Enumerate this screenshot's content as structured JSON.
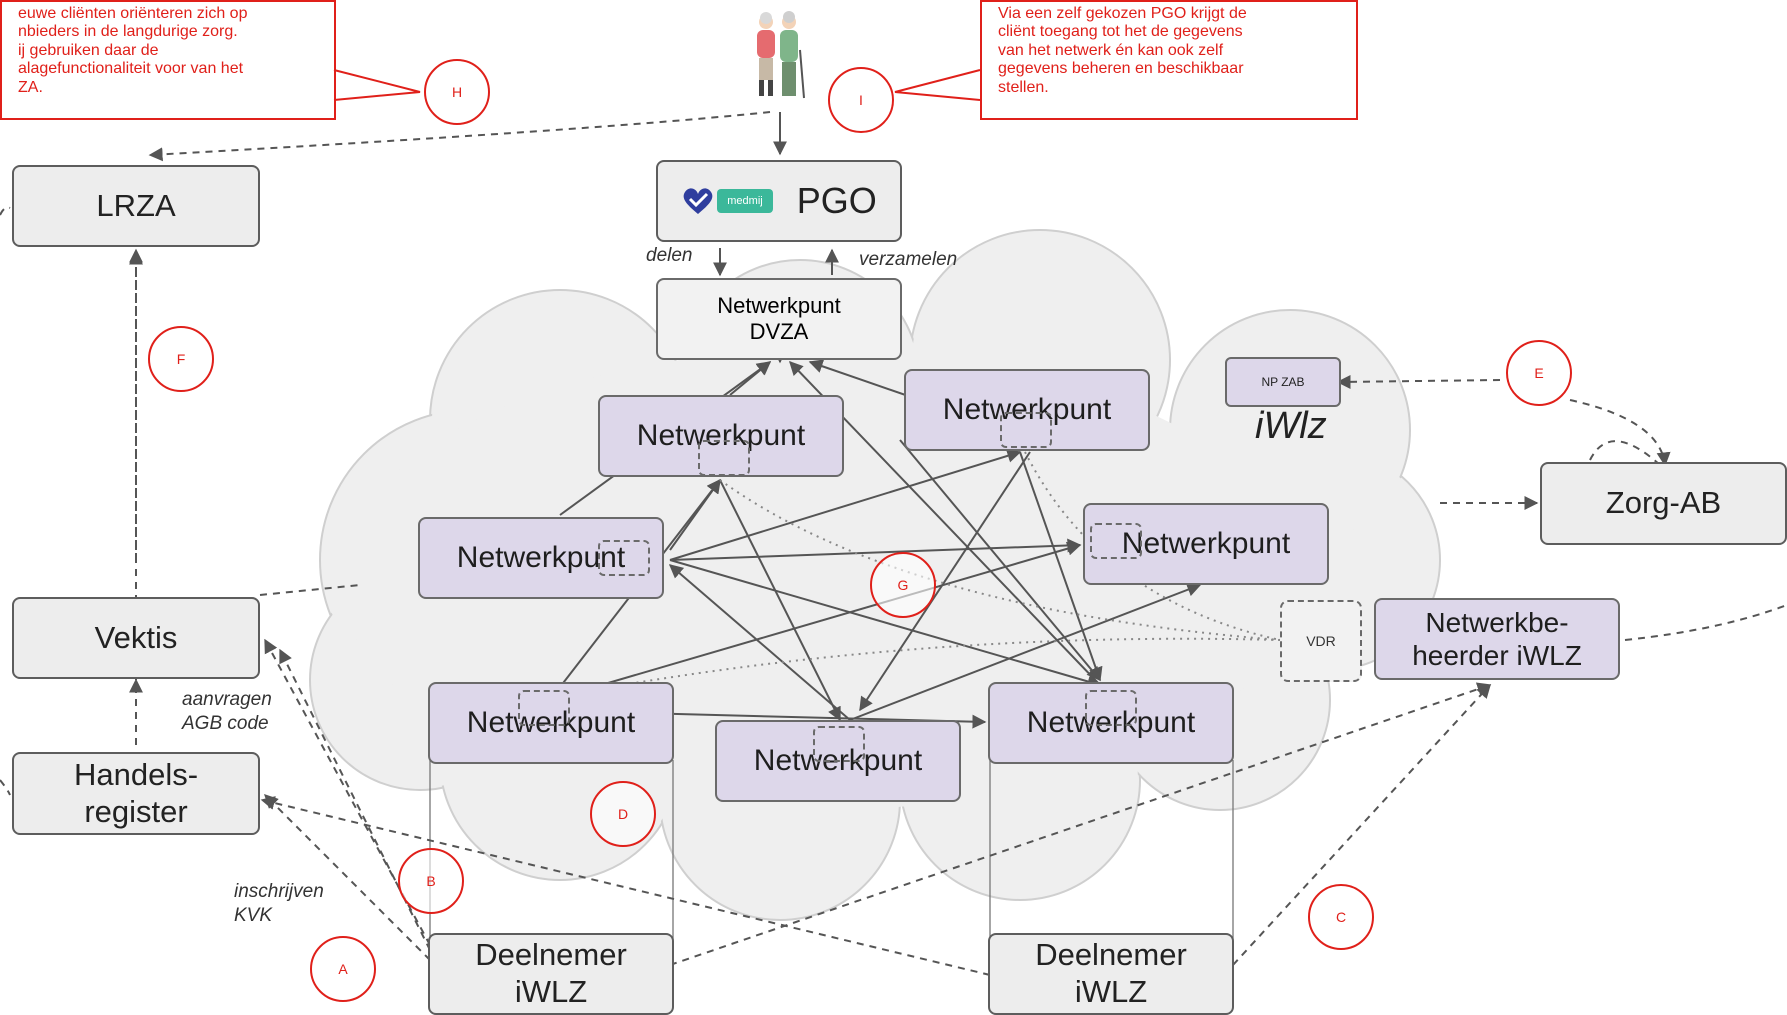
{
  "notes": {
    "H": "euwe cliënten oriënteren zich op\nnbieders in de langdurige zorg.\nij gebruiken daar de\nalagefunctionaliteit voor van het\nZA.",
    "I": "Via een zelf gekozen PGO krijgt de\ncliënt toegang tot het de gegevens\nvan het netwerk én kan ook zelf\ngegevens beheren en beschikbaar\nstellen."
  },
  "badges": {
    "A": "A",
    "B": "B",
    "C": "C",
    "D": "D",
    "E": "E",
    "F": "F",
    "G": "G",
    "H": "H",
    "I": "I"
  },
  "nodes": {
    "lrza": "LRZA",
    "vektis": "Vektis",
    "handelsregister": "Handels-\nregister",
    "pgo": "PGO",
    "pgo_logo": "medmij",
    "dvza": "Netwerkpunt\nDVZA",
    "np1": "Netwerkpunt",
    "np2": "Netwerkpunt",
    "np3": "Netwerkpunt",
    "np4": "Netwerkpunt",
    "np5": "Netwerkpunt",
    "np6": "Netwerkpunt",
    "np7": "Netwerkpunt",
    "np_zab": "NP ZAB",
    "iwlz": "iWlz",
    "zorg_ab": "Zorg-AB",
    "netwerkbeheerder": "Netwerkbe-\nheerder iWLZ",
    "vdr": "VDR",
    "deelnemer1": "Deelnemer\niWLZ",
    "deelnemer2": "Deelnemer\niWLZ"
  },
  "edge_labels": {
    "delen": "delen",
    "verzamelen": "verzamelen",
    "aanvragen": "aanvragen\nAGB code",
    "inschrijven": "inschrijven\nKVK"
  },
  "colors": {
    "accent": "#e0201a",
    "node_purple": "#ddd7ea",
    "node_grey": "#ededed",
    "cloud": "#efefef",
    "edge": "#606060"
  },
  "icons": {
    "people": "elderly-couple-icon",
    "logo": "medmij-heart-logo"
  }
}
